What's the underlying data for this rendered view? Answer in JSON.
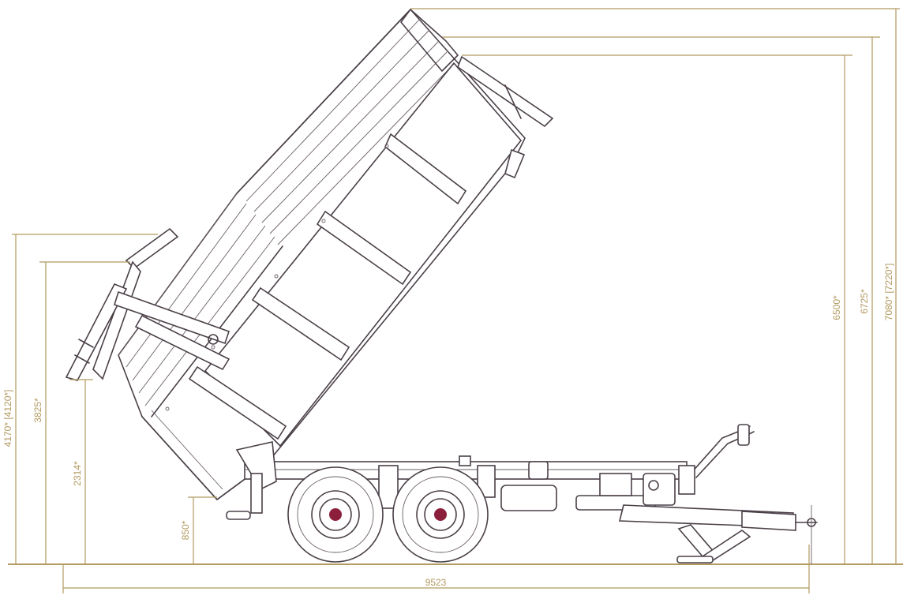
{
  "colors": {
    "line": "#4a4048",
    "dimension": "#b29a60",
    "wheel_hub": "#8c1f3c",
    "background": "#ffffff"
  },
  "dimensions": {
    "total_length": "9523",
    "height_left_outer": "4170* [4120*]",
    "height_left_inner": "3825*",
    "height_left_low": "2314*",
    "height_rear_bottom": "850*",
    "height_right_inner": "6500*",
    "height_right_mid": "6725*",
    "height_right_outer": "7080* [7220*]"
  }
}
